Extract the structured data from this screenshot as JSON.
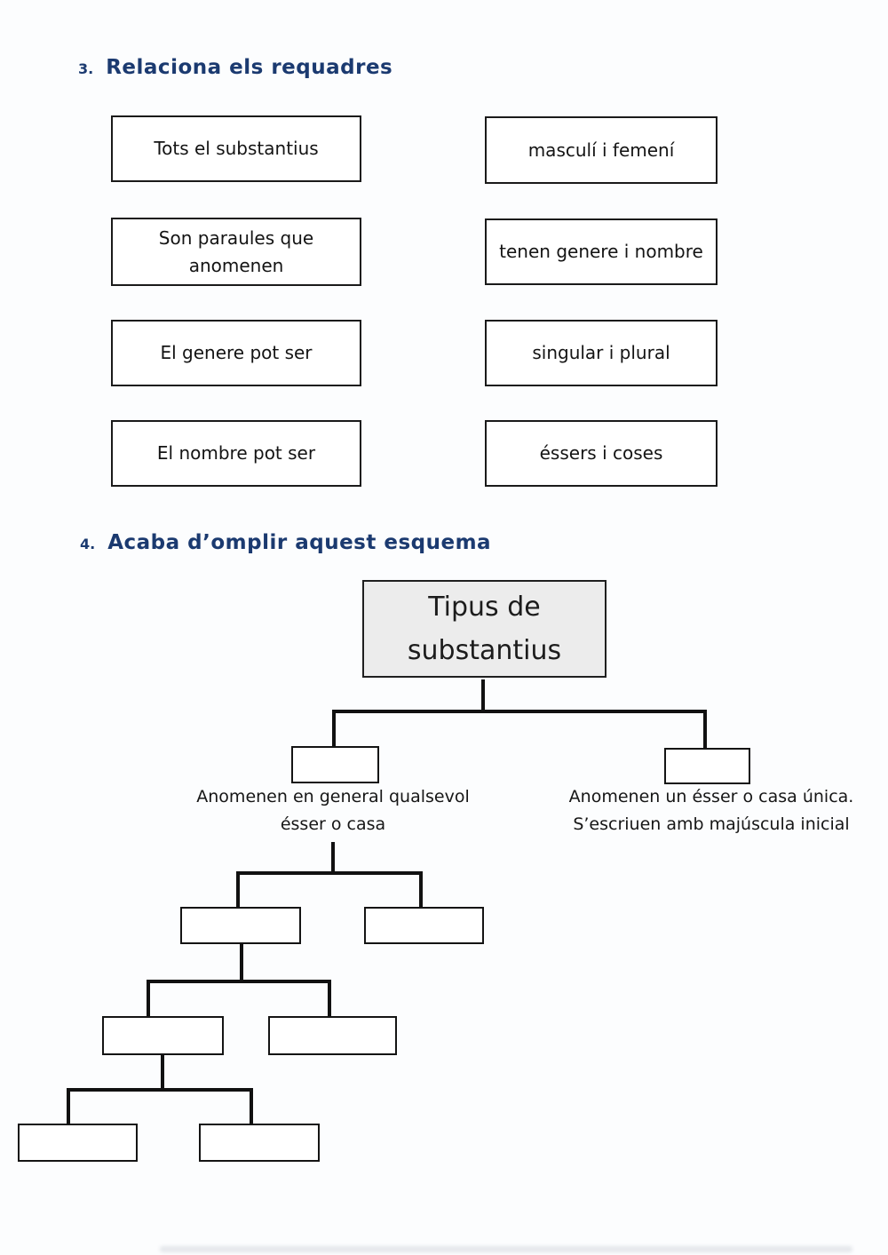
{
  "colors": {
    "accent": "#1b3a70",
    "root_box_background": "#ececec",
    "box_border": "#1a1a1a",
    "page_background": "#fcfdfe"
  },
  "section_3": {
    "number": "3.",
    "title": "Relaciona els requadres",
    "pairs": [
      {
        "left": "Tots el substantius",
        "right": "masculí i femení"
      },
      {
        "left": "Son paraules que anomenen",
        "right": "tenen genere i nombre"
      },
      {
        "left": "El genere pot ser",
        "right": "singular i plural"
      },
      {
        "left": "El nombre pot ser",
        "right": "éssers i coses"
      }
    ]
  },
  "section_4": {
    "number": "4.",
    "title": "Acaba d’omplir aquest esquema",
    "root_label": "Tipus de substantius",
    "left_caption_line1": "Anomenen en general qualsevol",
    "left_caption_line2": "ésser o casa",
    "right_caption_line1": "Anomenen un ésser o casa única.",
    "right_caption_line2": "S’escriuen amb majúscula inicial",
    "answer_boxes_empty": [
      "",
      "",
      "",
      "",
      "",
      "",
      "",
      ""
    ]
  }
}
